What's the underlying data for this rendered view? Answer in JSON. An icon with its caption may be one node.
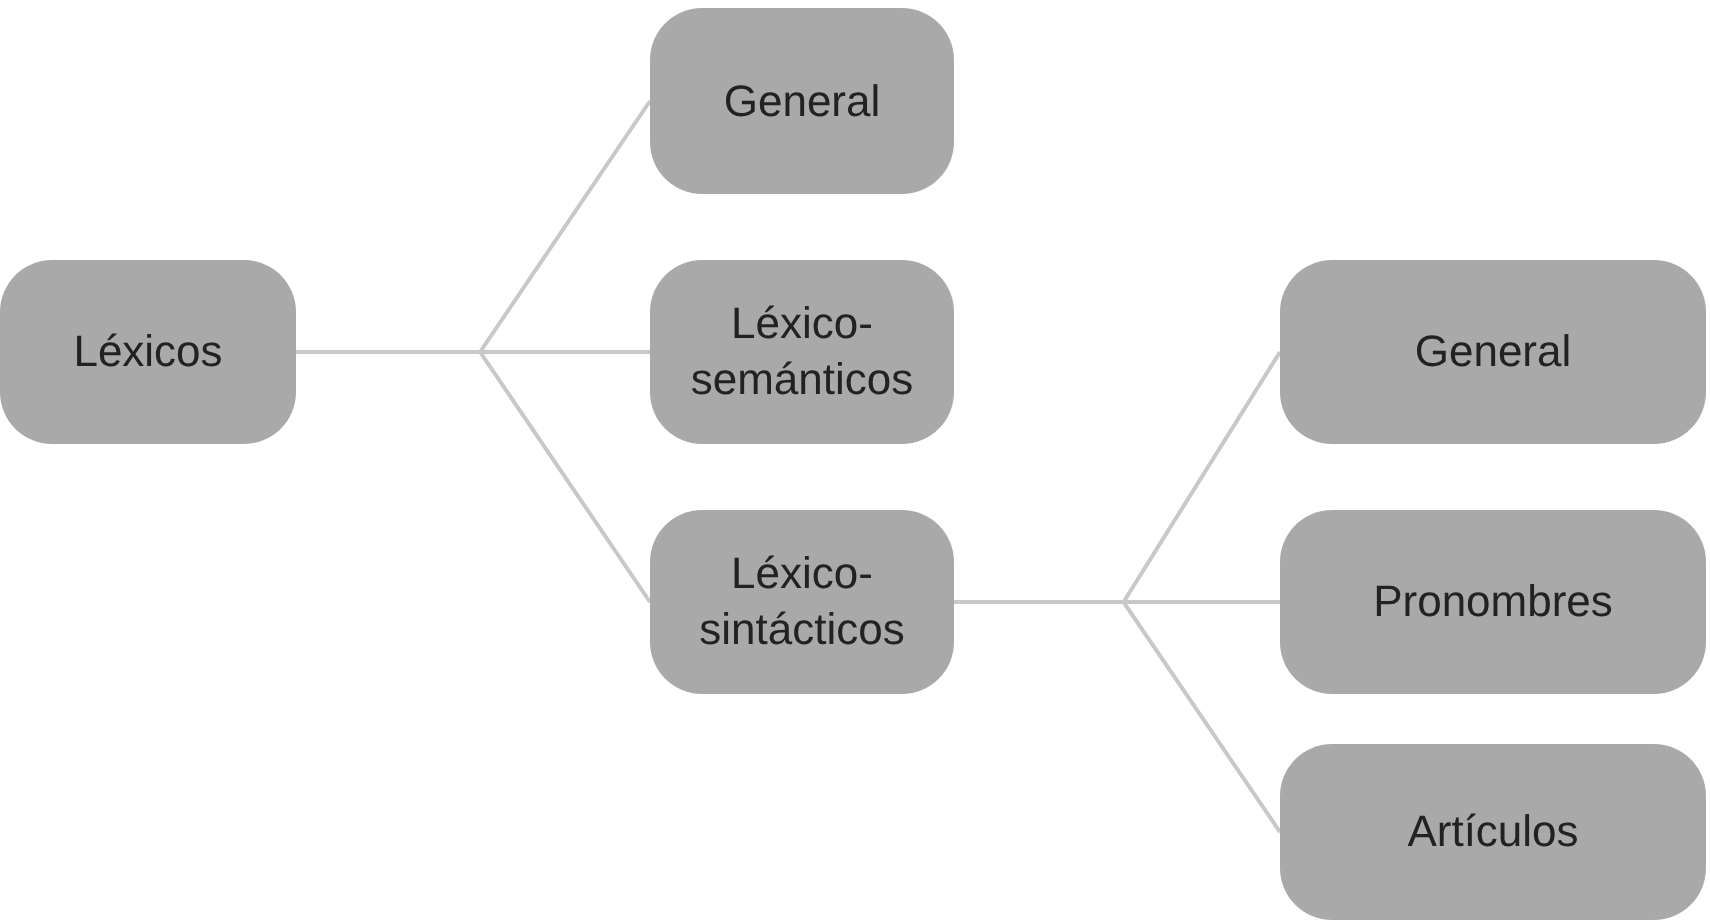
{
  "diagram": {
    "nodes": [
      {
        "text": [
          "Léxicos"
        ]
      },
      {
        "text": [
          "General"
        ]
      },
      {
        "text": [
          "Léxico- semánticos"
        ]
      },
      {
        "text": [
          "Léxico- sintácticos"
        ]
      },
      {
        "text": [
          "General"
        ]
      },
      {
        "text": [
          "Pronombres"
        ]
      },
      {
        "text": [
          "Artículos"
        ]
      }
    ],
    "edges": [
      {
        "from": 0,
        "to": 1,
        "arrow": "none"
      },
      {
        "from": 0,
        "to": 2,
        "arrow": "none"
      },
      {
        "from": 0,
        "to": 3,
        "arrow": "none"
      },
      {
        "from": 3,
        "to": 4,
        "arrow": "none"
      },
      {
        "from": 3,
        "to": 5,
        "arrow": "none"
      },
      {
        "from": 3,
        "to": 6,
        "arrow": "none"
      }
    ]
  }
}
